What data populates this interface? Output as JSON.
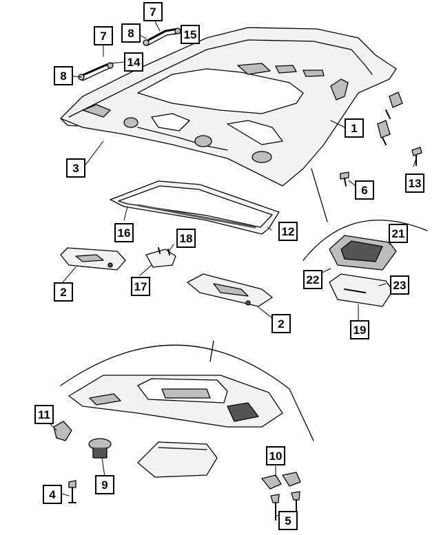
{
  "callouts": {
    "c1": "1",
    "c2a": "2",
    "c2b": "2",
    "c3": "3",
    "c4": "4",
    "c5": "5",
    "c6": "6",
    "c7a": "7",
    "c7b": "7",
    "c8a": "8",
    "c8b": "8",
    "c9": "9",
    "c10": "10",
    "c11": "11",
    "c12": "12",
    "c13": "13",
    "c14": "14",
    "c15": "15",
    "c16": "16",
    "c17": "17",
    "c18": "18",
    "c19": "19",
    "c21": "21",
    "c22": "22",
    "c23": "23"
  },
  "colors": {
    "line": "#000000",
    "part_fill": "#f2f2f2",
    "shade": "#bdbdbd",
    "dark": "#555555"
  }
}
